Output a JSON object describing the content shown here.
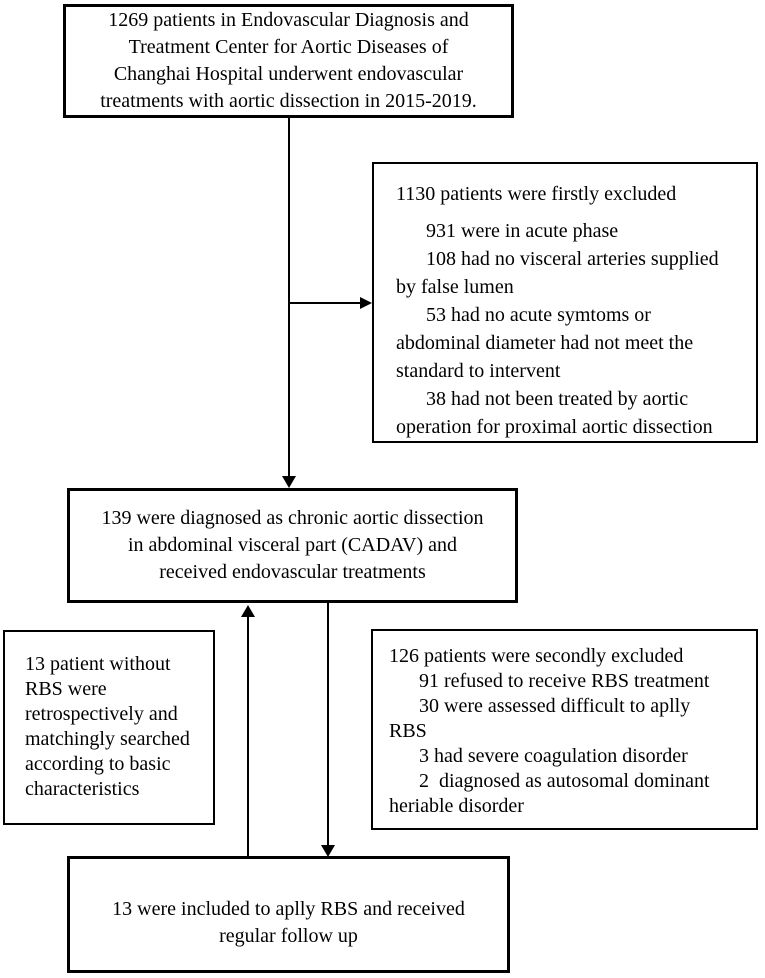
{
  "colors": {
    "background": "#ffffff",
    "box_border": "#000000",
    "text": "#000000",
    "line": "#000000"
  },
  "boxes": {
    "initial": {
      "lines": [
        "1269 patients in Endovascular Diagnosis and",
        "Treatment Center for Aortic Diseases of",
        "Changhai Hospital underwent endovascular",
        "treatments with aortic dissection in 2015-2019."
      ]
    },
    "first_exclusion": {
      "lines": [
        "1130 patients were firstly excluded",
        "931 were in acute phase",
        "108 had no visceral arteries supplied",
        "by false lumen",
        "53 had no acute symtoms or",
        "abdominal diameter had not meet the",
        "standard to intervent",
        "38 had not been treated by aortic",
        "operation for proximal aortic dissection"
      ]
    },
    "cadav": {
      "lines": [
        "139 were diagnosed as chronic aortic dissection",
        "in abdominal visceral part (CADAV) and",
        "received endovascular treatments"
      ]
    },
    "matched": {
      "lines": [
        "13 patient without",
        "RBS were",
        "retrospectively and",
        "matchingly searched",
        "according to basic",
        "characteristics"
      ]
    },
    "second_exclusion": {
      "lines": [
        "126 patients were secondly excluded",
        "91 refused to receive RBS treatment",
        "30 were assessed difficult to aplly",
        "RBS",
        "3 had severe coagulation disorder",
        "2  diagnosed as autosomal dominant",
        "heriable disorder"
      ]
    },
    "final": {
      "lines": [
        "13 were included to aplly RBS and received",
        "regular follow up"
      ]
    }
  }
}
